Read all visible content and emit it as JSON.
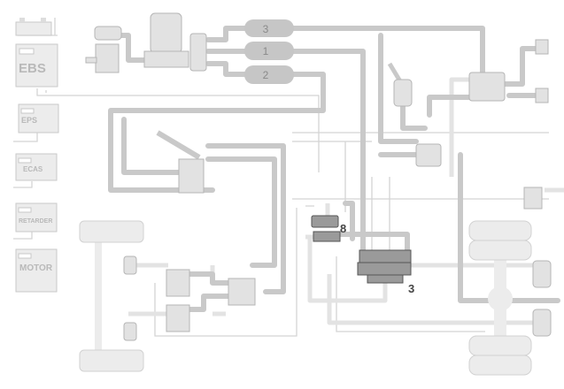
{
  "ecus": [
    {
      "id": "ebs",
      "label": "EBS"
    },
    {
      "id": "eps",
      "label": "EPS"
    },
    {
      "id": "ecas",
      "label": "ECAS"
    },
    {
      "id": "retarder",
      "label": "RETARDER"
    },
    {
      "id": "motor",
      "label": "MOTOR"
    }
  ],
  "tanks": [
    {
      "label": "3"
    },
    {
      "label": "1"
    },
    {
      "label": "2"
    }
  ],
  "callouts": {
    "module_8": "8",
    "module_3": "3"
  },
  "colors": {
    "pipe": "#c9c9c9",
    "light_pipe": "#e3e3e3",
    "highlight": "#555555"
  }
}
